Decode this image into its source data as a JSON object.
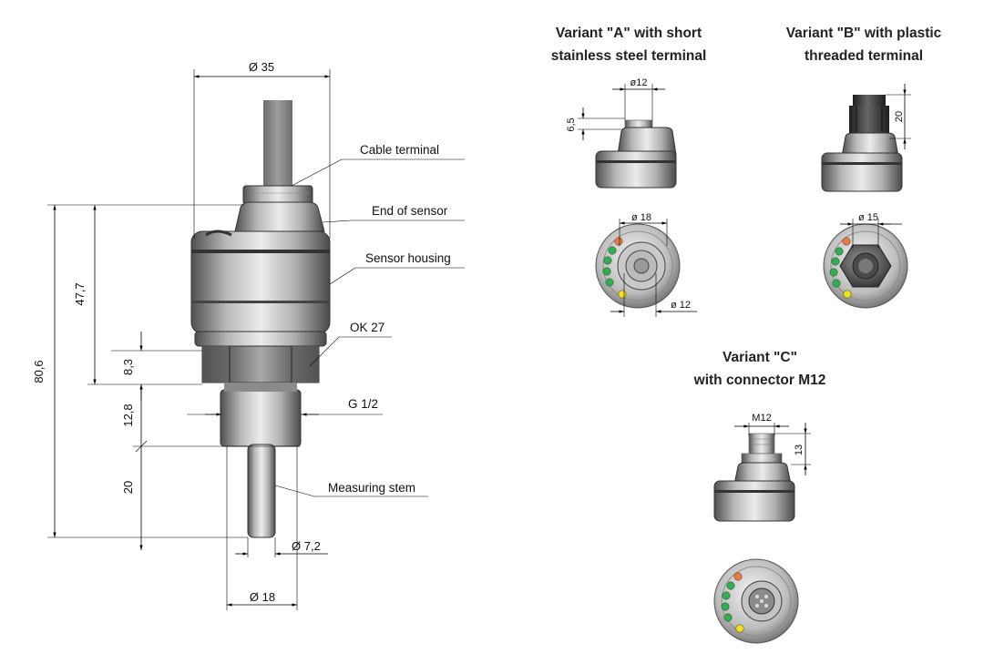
{
  "main_view": {
    "dim_diameter_top": "Ø 35",
    "dim_height_total": "80,6",
    "dim_height_housing": "47,7",
    "dim_hex_height": "8,3",
    "dim_thread_length": "12,8",
    "dim_stem_length": "20",
    "dim_stem_diameter": "Ø 7,2",
    "dim_thread_diameter": "Ø 18",
    "callouts": {
      "cable_terminal": "Cable terminal",
      "end_of_sensor": "End of sensor",
      "sensor_housing": "Sensor housing",
      "hex": "OK 27",
      "thread": "G 1/2",
      "measuring_stem": "Measuring stem"
    }
  },
  "variant_a": {
    "heading_line1": "Variant \"A\" with short",
    "heading_line2": "stainless steel terminal",
    "dim_terminal_diameter": "ø12",
    "dim_terminal_height": "6,5",
    "dim_top_outer": "ø 18",
    "dim_top_inner": "ø 12"
  },
  "variant_b": {
    "heading_line1": "Variant \"B\" with plastic",
    "heading_line2": "threaded terminal",
    "dim_terminal_height": "20",
    "dim_top_diameter": "ø 15"
  },
  "variant_c": {
    "heading_line1": "Variant \"C\"",
    "heading_line2": "with connector M12",
    "dim_connector": "M12",
    "dim_connector_height": "13"
  },
  "colors": {
    "led_orange": "#f07a3a",
    "led_green": "#2bb24c",
    "led_yellow": "#f2e21a",
    "metal_dark": "#555555",
    "metal_light": "#e6e6e6",
    "cable_grey": "#8a8a8a"
  }
}
